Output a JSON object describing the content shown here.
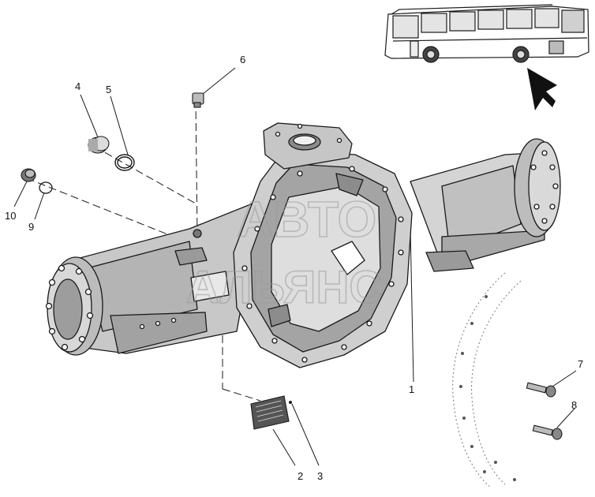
{
  "diagram": {
    "callouts": [
      {
        "id": "1",
        "label": "1"
      },
      {
        "id": "2",
        "label": "2"
      },
      {
        "id": "3",
        "label": "3"
      },
      {
        "id": "4",
        "label": "4"
      },
      {
        "id": "5",
        "label": "5"
      },
      {
        "id": "6",
        "label": "6"
      },
      {
        "id": "7",
        "label": "7"
      },
      {
        "id": "8",
        "label": "8"
      },
      {
        "id": "9",
        "label": "9"
      },
      {
        "id": "10",
        "label": "10"
      }
    ],
    "watermark": {
      "line1": "АВТО",
      "line2": "АЛЬЯНС"
    },
    "icons": [
      "bus-icon",
      "direction-arrow-icon"
    ],
    "colors": {
      "line": "#1a1a1a",
      "shade_dark": "#8f8f8f",
      "shade_mid": "#b8b8b8",
      "shade_light": "#d9d9d9",
      "watermark": "#9a9a9a"
    }
  }
}
